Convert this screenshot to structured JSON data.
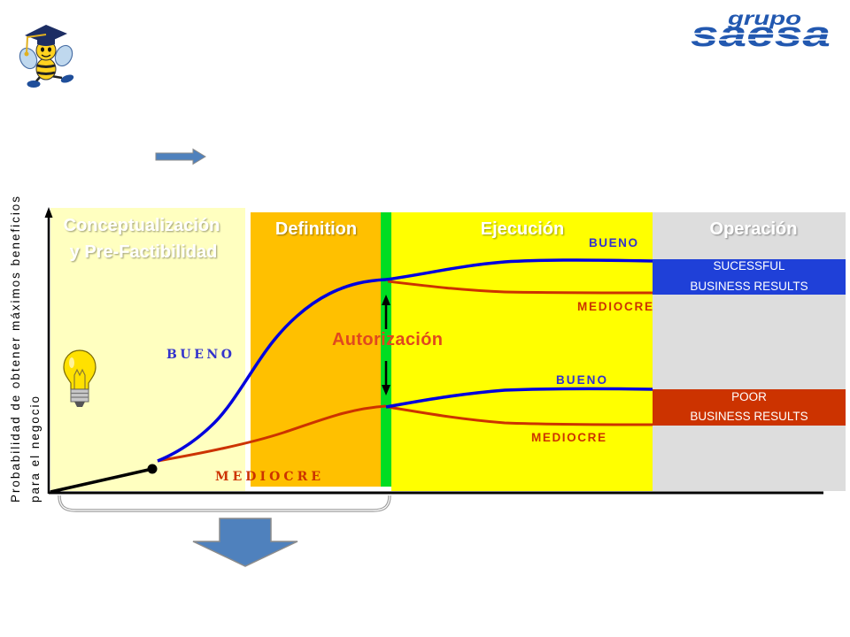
{
  "logo": {
    "top": "grupo",
    "main": "saesa"
  },
  "icons": {
    "mascot": "bee-graduate-mascot-icon",
    "idea": "lightbulb-icon",
    "next": "right-arrow-icon",
    "down": "down-arrow-icon",
    "gate_arrows": "double-arrow-icon",
    "scope": "bracket-icon"
  },
  "axis": {
    "y_label_line1": "Probabilidad de obtener máximos beneficios",
    "y_label_line2": "para el negocio"
  },
  "phases": [
    {
      "title_lines": [
        "Conceptualización",
        "y Pre-Factibilidad"
      ],
      "color": "#FFFFC0"
    },
    {
      "title": "Definition",
      "color": "#FFC000"
    },
    {
      "title": "Ejecución",
      "color": "#FFFF00"
    },
    {
      "title": "Operación",
      "color": "#DDDDDD"
    }
  ],
  "gate": {
    "label": "Autorización",
    "color": "#00DD22",
    "label_color": "#E0481E"
  },
  "labels": {
    "early_good": "BUENO",
    "early_mediocre": "MEDIOCRE",
    "upper_good": "BUENO",
    "upper_mediocre": "MEDIOCRE",
    "lower_good": "BUENO",
    "lower_mediocre": "MEDIOCRE"
  },
  "results": {
    "success": {
      "line1": "SUCESSFUL",
      "line2": "BUSINESS RESULTS",
      "color": "#1F40D8"
    },
    "poor": {
      "line1": "POOR",
      "line2": "BUSINESS RESULTS",
      "color": "#CC3300"
    }
  },
  "colors": {
    "good_curve": "#0000DD",
    "mediocre_curve": "#CC3300",
    "good_label": "#3333CC",
    "mediocre_label": "#CC3300",
    "arrow_fill": "#4F81BD",
    "logo_blue": "#2258B0"
  }
}
